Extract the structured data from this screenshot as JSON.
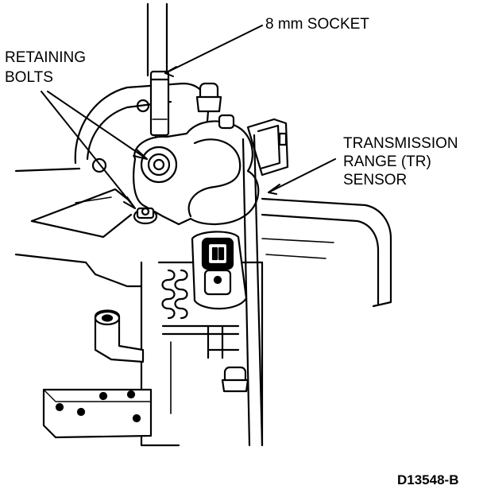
{
  "labels": {
    "socket": "8 mm SOCKET",
    "bolts_line1": "RETAINING",
    "bolts_line2": "BOLTS",
    "tr_line1": "TRANSMISSION",
    "tr_line2": "RANGE (TR)",
    "tr_line3": "SENSOR"
  },
  "figure_code": "D13548-B",
  "colors": {
    "ink": "#000000",
    "paper": "#ffffff"
  }
}
